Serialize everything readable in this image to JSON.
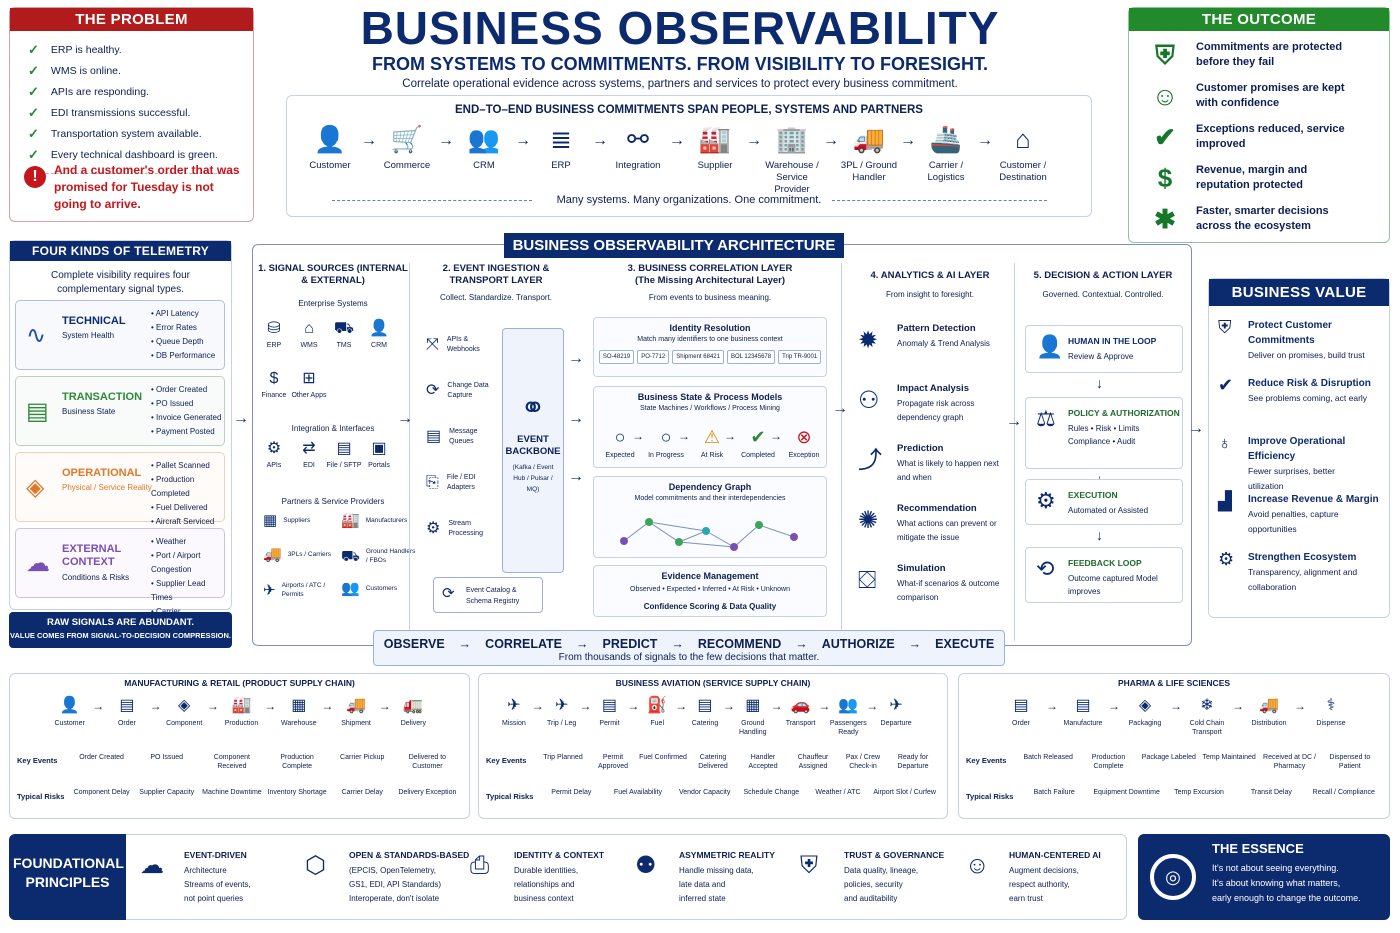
{
  "title": "BUSINESS OBSERVABILITY",
  "subtitle": "FROM SYSTEMS TO COMMITMENTS. FROM VISIBILITY TO FORESIGHT.",
  "tagline": "Correlate operational evidence across systems, partners and services to protect every business commitment.",
  "problem": {
    "title": "THE PROBLEM",
    "items": [
      "ERP is healthy.",
      "WMS is online.",
      "APIs are responding.",
      "EDI transmissions successful.",
      "Transportation system available.",
      "Every technical dashboard is green."
    ],
    "alert": "And a customer's order that was promised for Tuesday is not going to arrive."
  },
  "e2e": {
    "title": "END–TO–END BUSINESS COMMITMENTS SPAN PEOPLE, SYSTEMS AND PARTNERS",
    "steps": [
      "Customer",
      "Commerce",
      "CRM",
      "ERP",
      "Integration",
      "Supplier",
      "Warehouse / Service Provider",
      "3PL / Ground Handler",
      "Carrier / Logistics",
      "Customer / Destination"
    ],
    "footer": "Many systems. Many organizations. One commitment."
  },
  "outcome": {
    "title": "THE OUTCOME",
    "items": [
      "Commitments are protected before they fail",
      "Customer promises are kept with confidence",
      "Exceptions reduced, service improved",
      "Revenue, margin and reputation protected",
      "Faster, smarter decisions across the ecosystem"
    ]
  },
  "telemetry": {
    "title": "FOUR KINDS OF TELEMETRY",
    "intro": "Complete visibility requires four complementary signal types.",
    "kinds": [
      {
        "name": "TECHNICAL",
        "sub": "System Health",
        "items": [
          "API Latency",
          "Error Rates",
          "Queue Depth",
          "DB Performance"
        ],
        "color": "#1f4fb5"
      },
      {
        "name": "TRANSACTION",
        "sub": "Business State",
        "items": [
          "Order Created",
          "PO Issued",
          "Invoice Generated",
          "Payment Posted"
        ],
        "color": "#2e8a3a"
      },
      {
        "name": "OPERATIONAL",
        "sub": "Physical / Service Reality",
        "items": [
          "Pallet Scanned",
          "Production Completed",
          "Fuel Delivered",
          "Aircraft Serviced"
        ],
        "color": "#e0782a"
      },
      {
        "name": "EXTERNAL CONTEXT",
        "sub": "Conditions & Risks",
        "items": [
          "Weather",
          "Port / Airport Congestion",
          "Supplier Lead Times",
          "Carrier Performance"
        ],
        "color": "#7a4fb5"
      }
    ],
    "footer1": "RAW SIGNALS ARE ABUNDANT.",
    "footer2": "VALUE COMES FROM SIGNAL-TO-DECISION COMPRESSION."
  },
  "arch": {
    "title": "BUSINESS OBSERVABILITY ARCHITECTURE",
    "c1": {
      "h": "1. SIGNAL SOURCES (INTERNAL & EXTERNAL)",
      "s1": "Enterprise Systems",
      "ent": [
        "ERP",
        "WMS",
        "TMS",
        "CRM",
        "Finance",
        "Other Apps"
      ],
      "s2": "Integration & Interfaces",
      "int": [
        "APIs",
        "EDI",
        "File / SFTP",
        "Portals"
      ],
      "s3": "Partners & Service Providers",
      "par": [
        "Suppliers",
        "Manufacturers",
        "3PLs / Carriers",
        "Ground Handlers / FBOs",
        "Airports / ATC / Permits",
        "Customers"
      ]
    },
    "c2": {
      "h": "2. EVENT INGESTION & TRANSPORT LAYER",
      "s": "Collect. Standardize. Transport.",
      "items": [
        "APIs & Webhooks",
        "Change Data Capture",
        "Message Queues",
        "File / EDI Adapters",
        "Stream Processing"
      ],
      "backbone": "EVENT BACKBONE",
      "bsub": "(Kafka / Event Hub / Pulsar / MQ)",
      "catalog": "Event Catalog & Schema Registry"
    },
    "c3": {
      "h": "3. BUSINESS CORRELATION LAYER (The Missing Architectural Layer)",
      "s": "From events to business meaning.",
      "idr": "Identity Resolution",
      "idrs": "Match many identifiers to one business context",
      "ids": [
        "SO-48219",
        "PO-7712",
        "Shipment 68421",
        "BOL 12345678",
        "Trip TR-9001"
      ],
      "bs": "Business State & Process Models",
      "bss": "State Machines / Workflows / Process Mining",
      "states": [
        "Expected",
        "In Progress",
        "At Risk",
        "Completed",
        "Exception"
      ],
      "dg": "Dependency Graph",
      "dgs": "Model commitments and their interdependencies",
      "em": "Evidence Management",
      "ems": "Observed • Expected • Inferred • At Risk • Unknown",
      "conf": "Confidence Scoring & Data Quality"
    },
    "c4": {
      "h": "4. ANALYTICS & AI LAYER",
      "s": "From insight to foresight.",
      "items": [
        {
          "h": "Pattern Detection",
          "d": "Anomaly & Trend Analysis"
        },
        {
          "h": "Impact Analysis",
          "d": "Propagate risk across dependency graph"
        },
        {
          "h": "Prediction",
          "d": "What is likely to happen next and when"
        },
        {
          "h": "Recommendation",
          "d": "What actions can prevent or mitigate the issue"
        },
        {
          "h": "Simulation",
          "d": "What-if scenarios & outcome comparison"
        }
      ]
    },
    "c5": {
      "h": "5. DECISION & ACTION LAYER",
      "s": "Governed. Contextual. Controlled.",
      "items": [
        {
          "h": "HUMAN IN THE LOOP",
          "d": "Review & Approve"
        },
        {
          "h": "POLICY & AUTHORIZATION",
          "d": "Rules • Risk • Limits Compliance • Audit"
        },
        {
          "h": "EXECUTION",
          "d": "Automated or Assisted"
        },
        {
          "h": "FEEDBACK LOOP",
          "d": "Outcome captured Model improves"
        }
      ]
    },
    "flow": [
      "OBSERVE",
      "CORRELATE",
      "PREDICT",
      "RECOMMEND",
      "AUTHORIZE",
      "EXECUTE"
    ],
    "flowsub": "From thousands of signals to the few decisions that matter."
  },
  "value": {
    "title": "BUSINESS VALUE",
    "items": [
      {
        "h": "Protect Customer Commitments",
        "d": "Deliver on promises, build trust"
      },
      {
        "h": "Reduce Risk & Disruption",
        "d": "See problems coming, act early"
      },
      {
        "h": "Improve Operational Efficiency",
        "d": "Fewer surprises, better utilization"
      },
      {
        "h": "Increase Revenue & Margin",
        "d": "Avoid penalties, capture opportunities"
      },
      {
        "h": "Strengthen Ecosystem",
        "d": "Transparency, alignment and collaboration"
      }
    ]
  },
  "chains": [
    {
      "title": "MANUFACTURING & RETAIL (PRODUCT SUPPLY CHAIN)",
      "steps": [
        "Customer",
        "Order",
        "Component",
        "Production",
        "Warehouse",
        "Shipment",
        "Delivery"
      ],
      "events": [
        "Order Created",
        "PO Issued",
        "Component Received",
        "Production Complete",
        "Carrier Pickup",
        "Delivered to Customer"
      ],
      "risks": [
        "Component Delay",
        "Supplier Capacity",
        "Machine Downtime",
        "Inventory Shortage",
        "Carrier Delay",
        "Delivery Exception"
      ]
    },
    {
      "title": "BUSINESS AVIATION (SERVICE SUPPLY CHAIN)",
      "steps": [
        "Mission",
        "Trip / Leg",
        "Permit",
        "Fuel",
        "Catering",
        "Ground Handling",
        "Transport",
        "Passengers Ready",
        "Departure"
      ],
      "events": [
        "Trip Planned",
        "Permit Approved",
        "Fuel Confirmed",
        "Catering Delivered",
        "Handler Accepted",
        "Chauffeur Assigned",
        "Pax / Crew Check-in",
        "Ready for Departure"
      ],
      "risks": [
        "Permit Delay",
        "Fuel Availability",
        "Vendor Capacity",
        "Schedule Change",
        "Weather / ATC",
        "Airport Slot / Curfew"
      ]
    },
    {
      "title": "PHARMA & LIFE SCIENCES",
      "steps": [
        "Order",
        "Manufacture",
        "Packaging",
        "Cold Chain Transport",
        "Distribution",
        "Dispense"
      ],
      "events": [
        "Batch Released",
        "Production Complete",
        "Package Labeled",
        "Temp Maintained",
        "Received at DC / Pharmacy",
        "Dispensed to Patient"
      ],
      "risks": [
        "Batch Failure",
        "Equipment Downtime",
        "Temp Excursion",
        "Transit Delay",
        "Recall / Compliance"
      ]
    }
  ],
  "chain_labels": {
    "events": "Key Events",
    "risks": "Typical Risks"
  },
  "principles": {
    "title": "FOUNDATIONAL PRINCIPLES",
    "items": [
      {
        "h": "EVENT-DRIVEN",
        "d": [
          "Architecture",
          "Streams of events,",
          "not point queries"
        ]
      },
      {
        "h": "OPEN & STANDARDS-BASED",
        "d": [
          "(EPCIS, OpenTelemetry,",
          "GS1, EDI, API Standards)",
          "Interoperate, don't isolate"
        ]
      },
      {
        "h": "IDENTITY & CONTEXT",
        "d": [
          "Durable identities,",
          "relationships and",
          "business context"
        ]
      },
      {
        "h": "ASYMMETRIC REALITY",
        "d": [
          "Handle missing data,",
          "late data and",
          "inferred state"
        ]
      },
      {
        "h": "TRUST & GOVERNANCE",
        "d": [
          "Data quality, lineage,",
          "policies, security",
          "and auditability"
        ]
      },
      {
        "h": "HUMAN-CENTERED AI",
        "d": [
          "Augment decisions,",
          "respect authority,",
          "earn trust"
        ]
      }
    ]
  },
  "essence": {
    "title": "THE ESSENCE",
    "text": [
      "It's not about seeing everything.",
      "It's about knowing what matters,",
      "early enough to change the outcome."
    ]
  }
}
